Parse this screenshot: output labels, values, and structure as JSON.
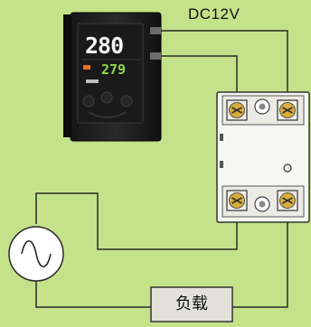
{
  "labels": {
    "supply_voltage": "DC12V",
    "load": "负载"
  },
  "controller_display": {
    "pv_value": "280",
    "sv_value": "279"
  },
  "icons": [
    "ac-source-icon",
    "screw-terminal-icon"
  ],
  "colors": {
    "background": "#c4e28a",
    "wire": "#2a2a2a",
    "relay_body": "#f6f6f2",
    "terminal": "#c9a030",
    "controller_body": "#1e1e1e",
    "pv_digits": "#f4f4f4",
    "sv_digits": "#8fd64a"
  }
}
